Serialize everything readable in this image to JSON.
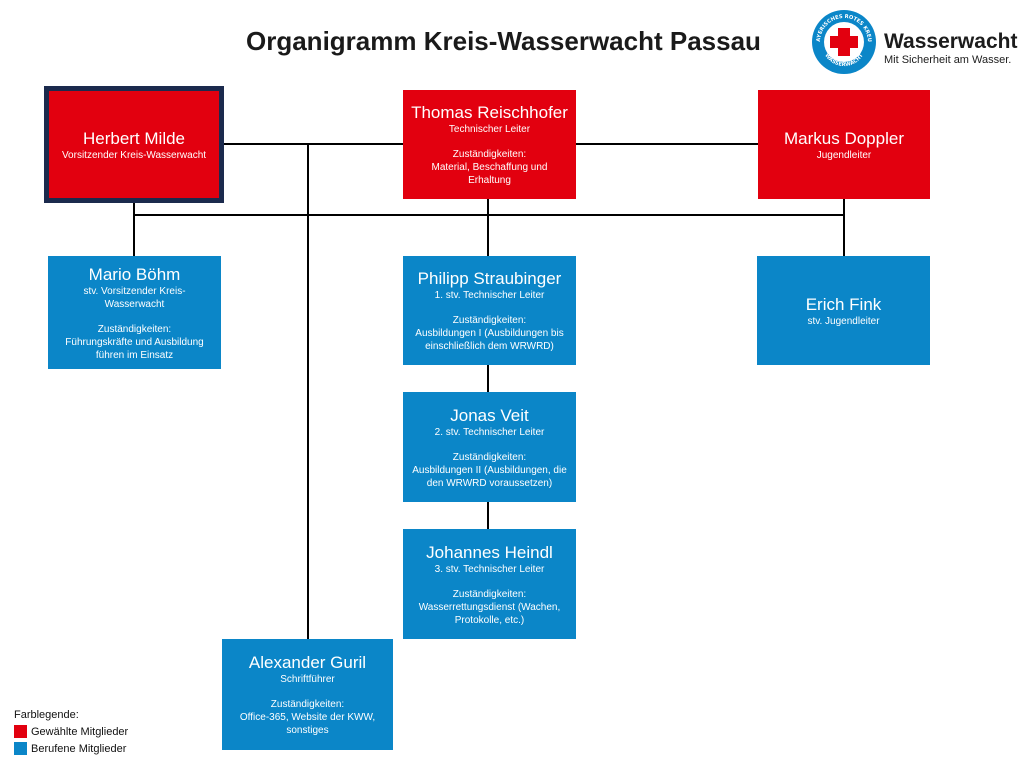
{
  "title": "Organigramm Kreis-Wasserwacht Passau",
  "logo": {
    "brand": "Wasserwacht",
    "tagline": "Mit Sicherheit am Wasser.",
    "ring_top": "BAYERISCHES ROTES KREUZ",
    "ring_bottom": "WASSERWACHT"
  },
  "colors": {
    "elected": "#e2000f",
    "appointed": "#0b86c8",
    "outline": "#1b2a4d"
  },
  "members": {
    "milde": {
      "name": "Herbert Milde",
      "role": "Vorsitzender Kreis-Wasserwacht"
    },
    "reischhofer": {
      "name": "Thomas Reischhofer",
      "role": "Technischer Leiter",
      "resp_label": "Zuständigkeiten:",
      "resp_text": "Material, Beschaffung und Erhaltung"
    },
    "doppler": {
      "name": "Markus Doppler",
      "role": "Jugendleiter"
    },
    "boehm": {
      "name": "Mario Böhm",
      "role": "stv. Vorsitzender Kreis-Wasserwacht",
      "resp_label": "Zuständigkeiten:",
      "resp_text": "Führungskräfte und Ausbildung führen im Einsatz"
    },
    "straubinger": {
      "name": "Philipp Straubinger",
      "role": "1. stv. Technischer Leiter",
      "resp_label": "Zuständigkeiten:",
      "resp_text": "Ausbildungen I (Ausbildungen bis einschließlich dem WRWRD)"
    },
    "fink": {
      "name": "Erich Fink",
      "role": "stv. Jugendleiter"
    },
    "veit": {
      "name": "Jonas Veit",
      "role": "2. stv. Technischer Leiter",
      "resp_label": "Zuständigkeiten:",
      "resp_text": "Ausbildungen II (Ausbildungen, die den WRWRD voraussetzen)"
    },
    "heindl": {
      "name": "Johannes Heindl",
      "role": "3. stv. Technischer Leiter",
      "resp_label": "Zuständigkeiten:",
      "resp_text": "Wasserrettungsdienst (Wachen, Protokolle, etc.)"
    },
    "guril": {
      "name": "Alexander Guril",
      "role": "Schriftführer",
      "resp_label": "Zuständigkeiten:",
      "resp_text": "Office-365, Website der KWW, sonstiges"
    }
  },
  "legend": {
    "title": "Farblegende:",
    "elected": "Gewählte Mitglieder",
    "appointed": "Berufene Mitglieder"
  }
}
